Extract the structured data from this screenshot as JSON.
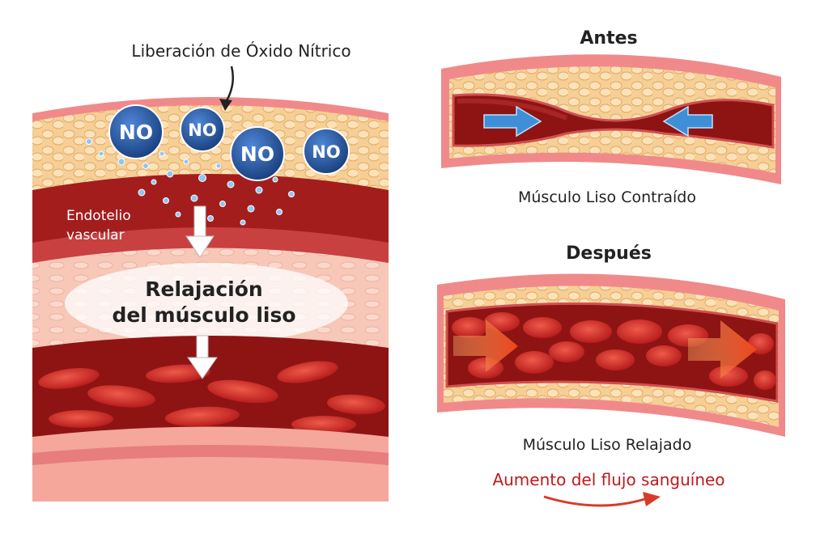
{
  "left_panel": {
    "nitric_label": "Liberación de Óxido Nítrico",
    "no_molecules": [
      "NO",
      "NO",
      "NO",
      "NO"
    ],
    "endothelium_line1": "Endotelio",
    "endothelium_line2": "vascular",
    "relax_line1": "Relajación",
    "relax_line2": "del músculo liso"
  },
  "before_panel": {
    "title": "Antes",
    "caption": "Músculo Liso Contraído"
  },
  "after_panel": {
    "title": "Después",
    "caption": "Músculo Liso Relajado",
    "flow_label": "Aumento del flujo sanguíneo"
  },
  "colors": {
    "wall_outer": "#f08a8a",
    "fat_layer": "#f6cf96",
    "lumen": "#8e1414",
    "blood_cell": "#d42a2a",
    "no_bubble": "#1f4f95",
    "arrow_blue": "#3f8fd8",
    "arrow_orange": "#f04a1a",
    "flow_text": "#c0191c"
  }
}
